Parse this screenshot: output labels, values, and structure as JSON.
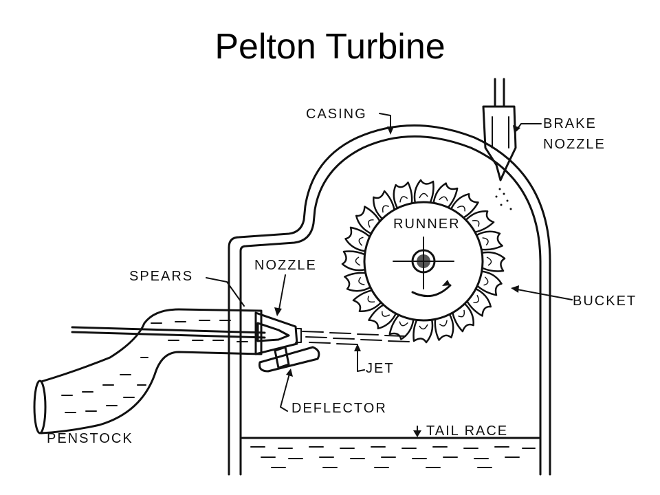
{
  "title": "Pelton Turbine",
  "labels": {
    "casing": "CASING",
    "brake_nozzle_line1": "BRAKE",
    "brake_nozzle_line2": "NOZZLE",
    "runner": "RUNNER",
    "nozzle": "NOZZLE",
    "spears": "SPEARS",
    "bucket": "BUCKET",
    "jet": "JET",
    "deflector": "DEFLECTOR",
    "tail_race": "TAIL RACE",
    "penstock": "PENSTOCK"
  }
}
